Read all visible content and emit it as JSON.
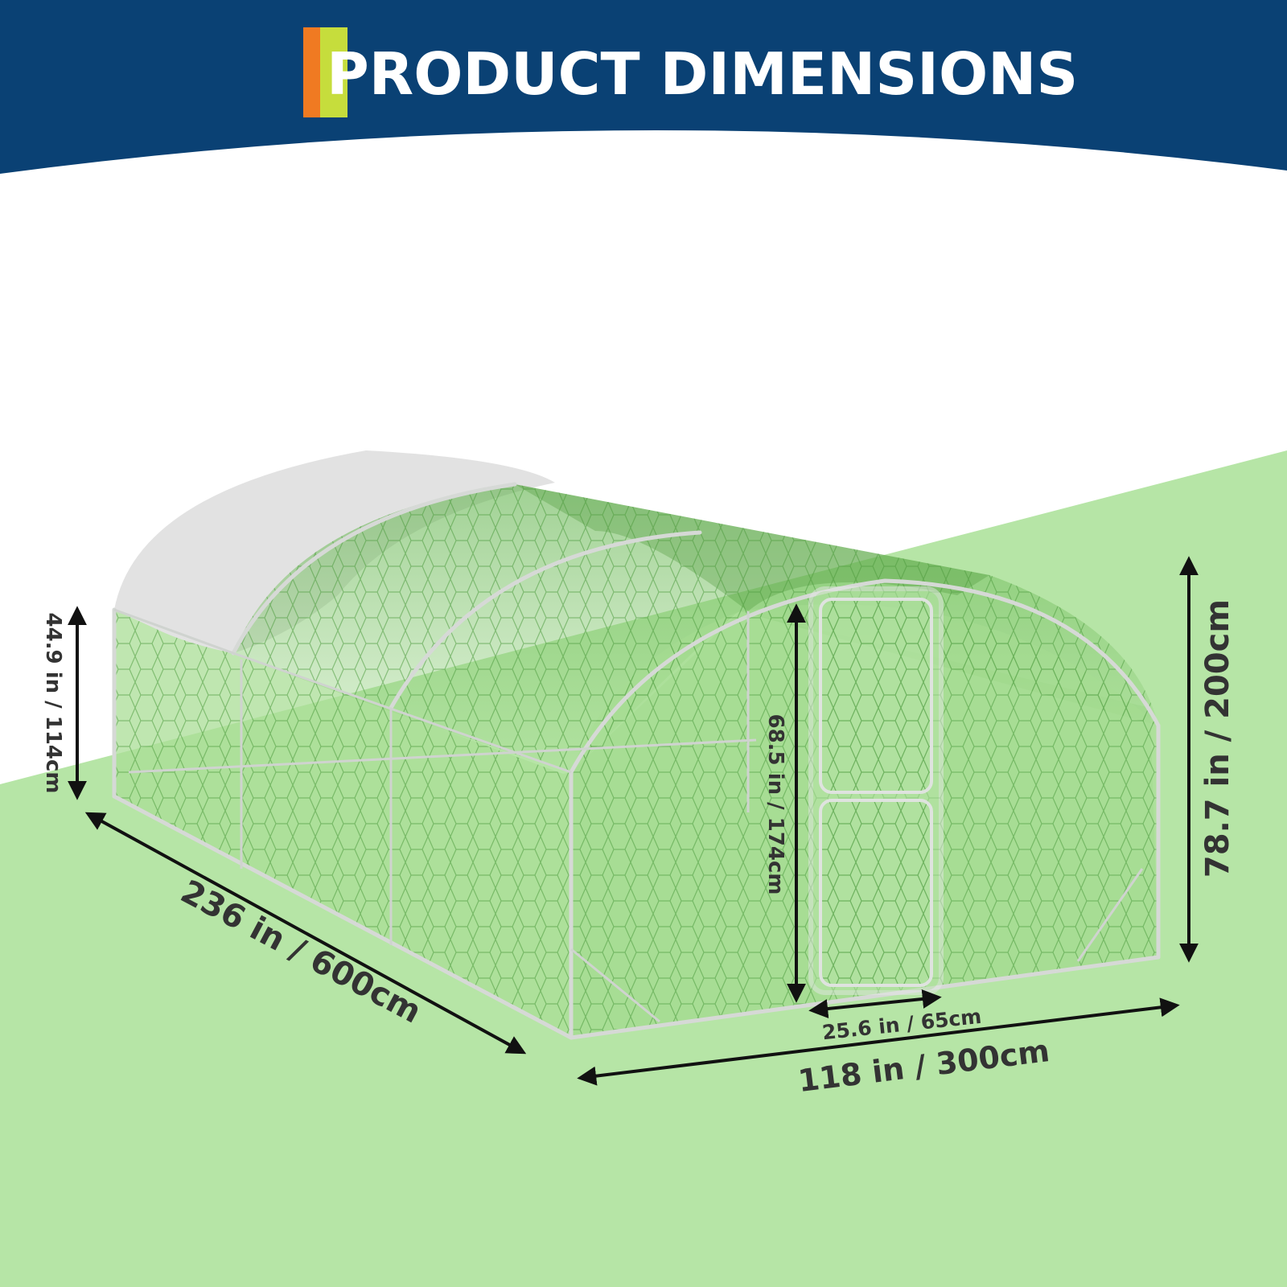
{
  "header": {
    "title": "PRODUCT DIMENSIONS",
    "band_color": "#0a4174",
    "accent_orange": "#f07a22",
    "accent_lime": "#c6dd3c"
  },
  "colors": {
    "floor": "#b6e5a6",
    "mesh_green": "#8fd67a",
    "cover": "#e2e2e2"
  },
  "dimensions": {
    "side_height": "44.9 in / 114cm",
    "length": "236 in / 600cm",
    "door_height": "68.5 in / 174cm",
    "total_height": "78.7 in / 200cm",
    "door_width": "25.6 in / 65cm",
    "width": "118 in / 300cm"
  },
  "icons": [
    "double-arrow-icon"
  ]
}
